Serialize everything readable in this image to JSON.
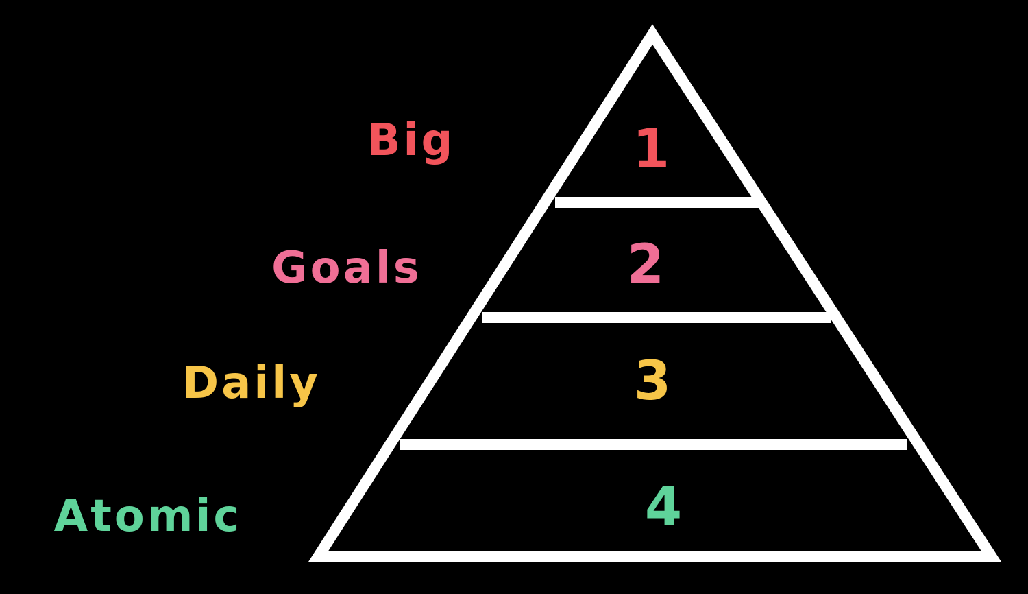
{
  "colors": {
    "background": "#000000",
    "outline": "#ffffff",
    "big": "#f2545b",
    "goals": "#f06f96",
    "daily": "#f7c548",
    "atomic": "#5fd39a"
  },
  "levels": [
    {
      "label": "Big",
      "number": "1",
      "color_key": "big"
    },
    {
      "label": "Goals",
      "number": "2",
      "color_key": "goals"
    },
    {
      "label": "Daily",
      "number": "3",
      "color_key": "daily"
    },
    {
      "label": "Atomic",
      "number": "4",
      "color_key": "atomic"
    }
  ]
}
